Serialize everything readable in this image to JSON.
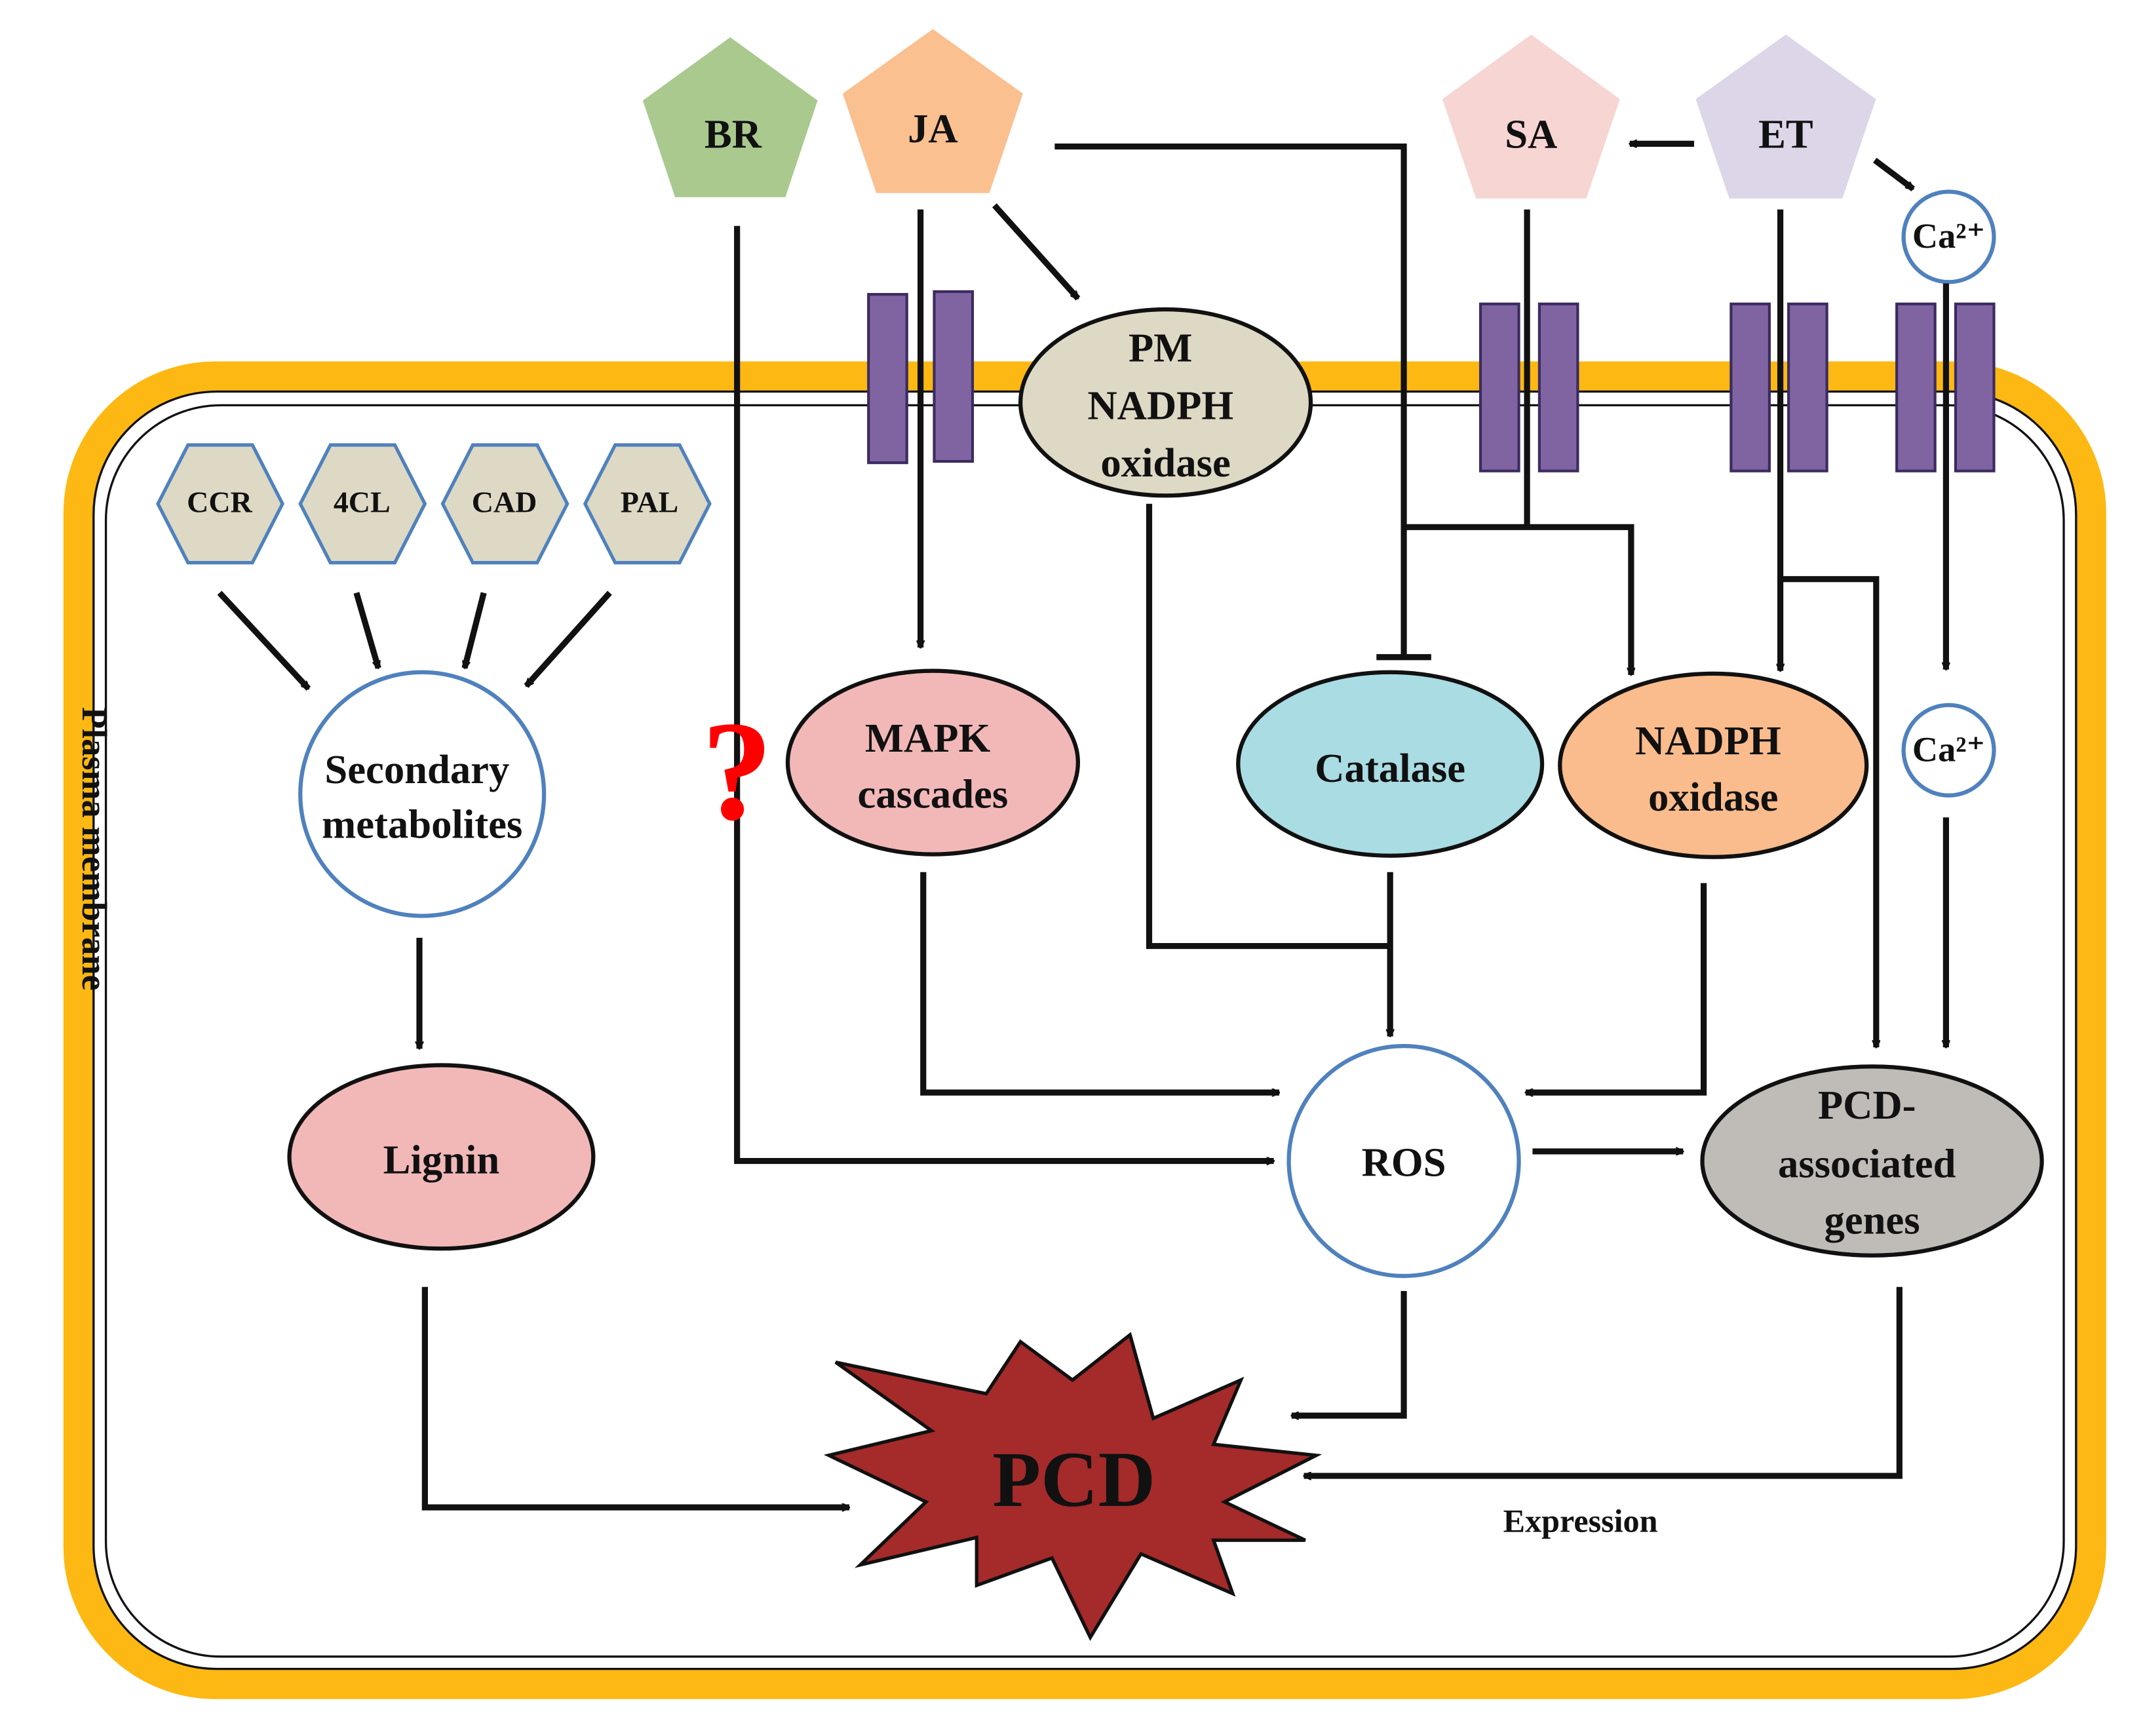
{
  "diagram": {
    "membrane_label": "Plasma membrane",
    "question_mark": "?",
    "expression_label": "Expression",
    "colors": {
      "membrane": "#FDB813",
      "channel": "#8064A2",
      "channel_edge": "#3B2B60",
      "enzyme_hexagon": "#DDD9C4",
      "outline_blue": "#4F81BD",
      "pcd_burst": "#A52A2A",
      "question": "#FF0000"
    },
    "hormones": [
      {
        "id": "br",
        "label": "BR",
        "color": "#A9C98E"
      },
      {
        "id": "ja",
        "label": "JA",
        "color": "#FAC090"
      },
      {
        "id": "sa",
        "label": "SA",
        "color": "#F6D5D3"
      },
      {
        "id": "et",
        "label": "ET",
        "color": "#DCD6E8"
      }
    ],
    "calcium": [
      {
        "id": "ca-outer",
        "label": "Ca²⁺"
      },
      {
        "id": "ca-inner",
        "label": "Ca²⁺"
      }
    ],
    "enzymes": [
      {
        "id": "ccr",
        "label": "CCR"
      },
      {
        "id": "4cl",
        "label": "4CL"
      },
      {
        "id": "cad",
        "label": "CAD"
      },
      {
        "id": "pal",
        "label": "PAL"
      }
    ],
    "nodes": {
      "pm_nadph": {
        "lines": [
          "PM",
          "NADPH",
          "oxidase"
        ],
        "color": "#DDD9C4"
      },
      "secondary": {
        "lines": [
          "Secondary",
          "metabolites"
        ]
      },
      "mapk": {
        "lines": [
          "MAPK",
          "cascades"
        ],
        "color": "#F2B8B8"
      },
      "catalase": {
        "lines": [
          "Catalase"
        ],
        "color": "#A9DCE3"
      },
      "nadph": {
        "lines": [
          "NADPH",
          "oxidase"
        ],
        "color": "#FABC8C"
      },
      "lignin": {
        "lines": [
          "Lignin"
        ],
        "color": "#F2B8B8"
      },
      "ros": {
        "lines": [
          "ROS"
        ]
      },
      "pcd_genes": {
        "lines": [
          "PCD-",
          "associated",
          "genes"
        ],
        "color": "#BFBCB8"
      },
      "pcd": {
        "lines": [
          "PCD"
        ]
      }
    }
  }
}
